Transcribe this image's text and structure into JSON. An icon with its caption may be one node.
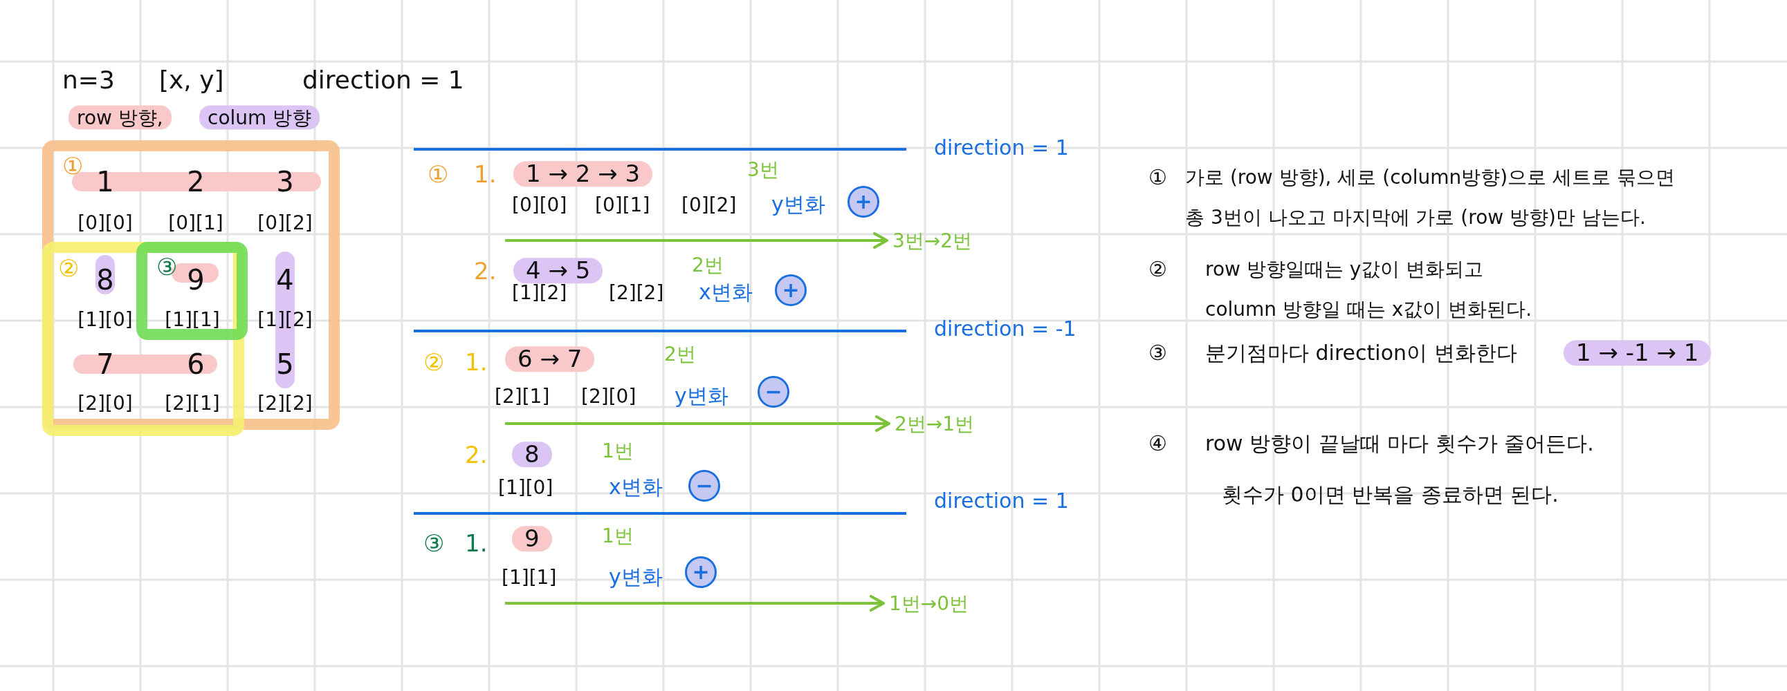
{
  "diagram": {
    "nodes": [
      {
        "text": [
          "3번→2번"
        ]
      },
      {
        "text": [
          "2번→1번"
        ]
      },
      {
        "text": [
          "1번→0번"
        ]
      }
    ],
    "edges": [
      {
        "from": null,
        "to": 0,
        "arrow": "to"
      },
      {
        "from": null,
        "to": 1,
        "arrow": "to"
      },
      {
        "from": null,
        "to": 2,
        "arrow": "to"
      }
    ],
    "labels": [
      "n=3",
      "[x, y]",
      "direction = 1",
      "row 방향,",
      "colum 방향",
      "①",
      "1",
      "2",
      "3",
      "[0][0]",
      "[0][1]",
      "[0][2]",
      "②",
      "③",
      "8",
      "9",
      "4",
      "[1][0]",
      "[1][1]",
      "[1][2]",
      "7",
      "6",
      "5",
      "[2][0]",
      "[2][1]",
      "[2][2]",
      "direction = 1",
      "①",
      "1.",
      "1 → 2 → 3",
      "3번",
      "[0][0]",
      "[0][1]",
      "[0][2]",
      "y변화",
      "+",
      "2.",
      "4 → 5",
      "2번",
      "[1][2]",
      "[2][2]",
      "x변화",
      "+",
      "direction = -1",
      "②",
      "1.",
      "6 → 7",
      "2번",
      "[2][1]",
      "[2][0]",
      "y변화",
      "−",
      "2.",
      "8",
      "1번",
      "[1][0]",
      "x변화",
      "−",
      "direction = 1",
      "③",
      "1.",
      "9",
      "1번",
      "[1][1]",
      "y변화",
      "+",
      "①",
      "가로 (row 방향), 세로 (column방향)으로 세트로 묶으면 총 3번이 나오고 마지막에 가로 (row 방향)만 남는다.",
      "②",
      "row 방향일때는 y값이 변화되고 column 방향일 때는 x값이 변화된다.",
      "③",
      "분기점마다 direction이 변화한다",
      "1 → -1 → 1",
      "④",
      "row 방향이 끝날때 마다 횟수가 줄어든다.",
      "횟수가 0이면 반복을 종료하면 된다."
    ]
  }
}
